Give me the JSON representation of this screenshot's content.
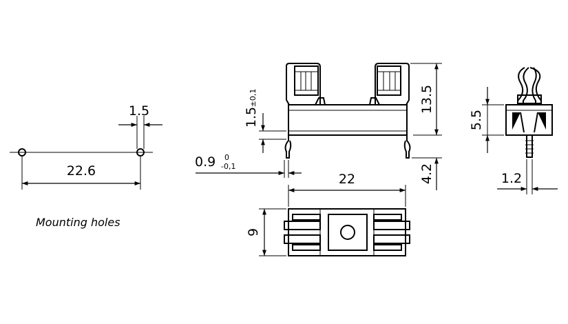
{
  "mounting": {
    "caption": "Mounting holes",
    "hole_spacing": "22.6",
    "hole_diameter": "1.5"
  },
  "front_view": {
    "total_height": "13.5",
    "clip_height": "1.5",
    "clip_height_tol": "±0,1",
    "pin_length": "4.2",
    "pin_width": "0.9",
    "pin_width_tol_upper": "0",
    "pin_width_tol_lower": "-0,1"
  },
  "top_view": {
    "length": "22",
    "width": "9"
  },
  "side_view": {
    "body_height": "5.5",
    "pin_thickness": "1.2"
  }
}
